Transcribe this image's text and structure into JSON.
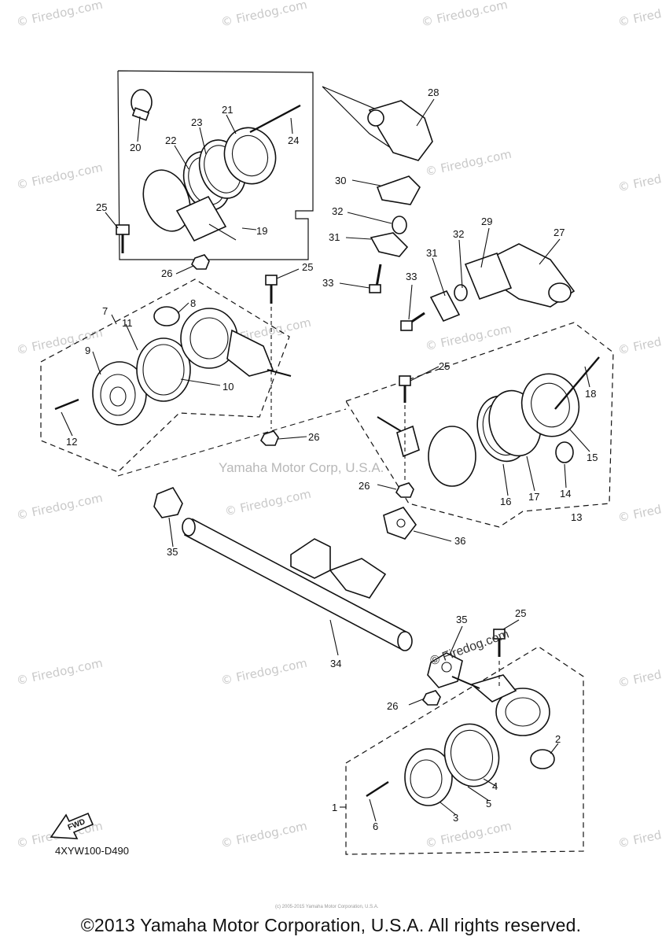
{
  "center_watermark": "Yamaha Motor Corp, U.S.A.",
  "diagram_code": "4XYW100-D490",
  "copyright": "©2013 Yamaha Motor Corporation, U.S.A. All rights reserved.",
  "tiny_notice": "(c) 2005-2015 Yamaha Motor Corporation, U.S.A.",
  "fwd_label": "FWD",
  "watermark_text": "© Firedog.com",
  "part_callouts": [
    "1",
    "2",
    "3",
    "4",
    "5",
    "6",
    "7",
    "8",
    "9",
    "10",
    "11",
    "12",
    "13",
    "14",
    "15",
    "16",
    "17",
    "18",
    "19",
    "20",
    "21",
    "22",
    "23",
    "24",
    "25",
    "26",
    "27",
    "28",
    "29",
    "30",
    "31",
    "32",
    "33",
    "34",
    "35",
    "36"
  ]
}
